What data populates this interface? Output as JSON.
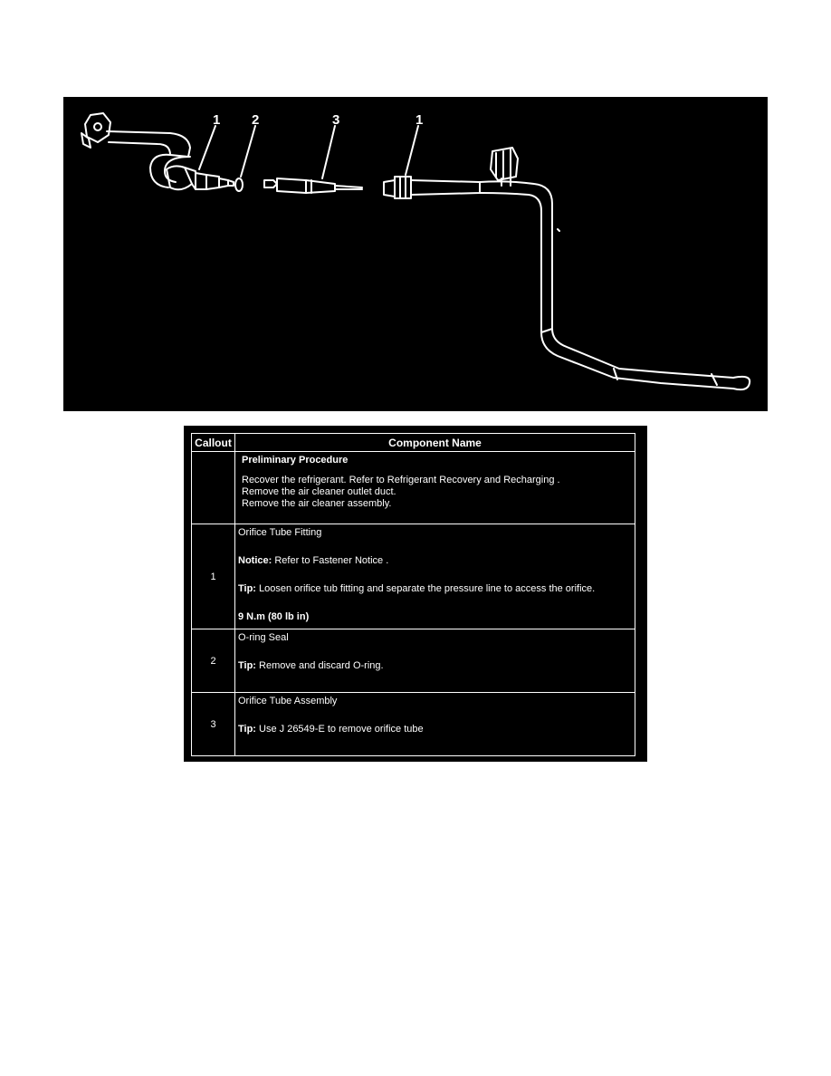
{
  "diagram": {
    "callouts": [
      "1",
      "2",
      "3",
      "1"
    ]
  },
  "table": {
    "headers": {
      "callout": "Callout",
      "component": "Component Name"
    },
    "preliminary": {
      "title": "Preliminary Procedure",
      "lines": [
        "Recover the refrigerant. Refer to Refrigerant Recovery and Recharging .",
        "Remove the air cleaner outlet duct.",
        "Remove the air cleaner assembly."
      ]
    },
    "rows": [
      {
        "callout": "1",
        "name": "Orifice Tube Fitting",
        "notice_label": "Notice:",
        "notice_text": " Refer to Fastener Notice .",
        "tip_label": "Tip:",
        "tip_text": " Loosen orifice tub fitting and separate the pressure line to access the orifice.",
        "torque": "9 N.m (80 lb in)"
      },
      {
        "callout": "2",
        "name": "O-ring Seal",
        "tip_label": "Tip:",
        "tip_text": " Remove and discard O-ring."
      },
      {
        "callout": "3",
        "name": "Orifice Tube Assembly",
        "tip_label": "Tip:",
        "tip_text": " Use J 26549-E to remove orifice tube"
      }
    ]
  }
}
